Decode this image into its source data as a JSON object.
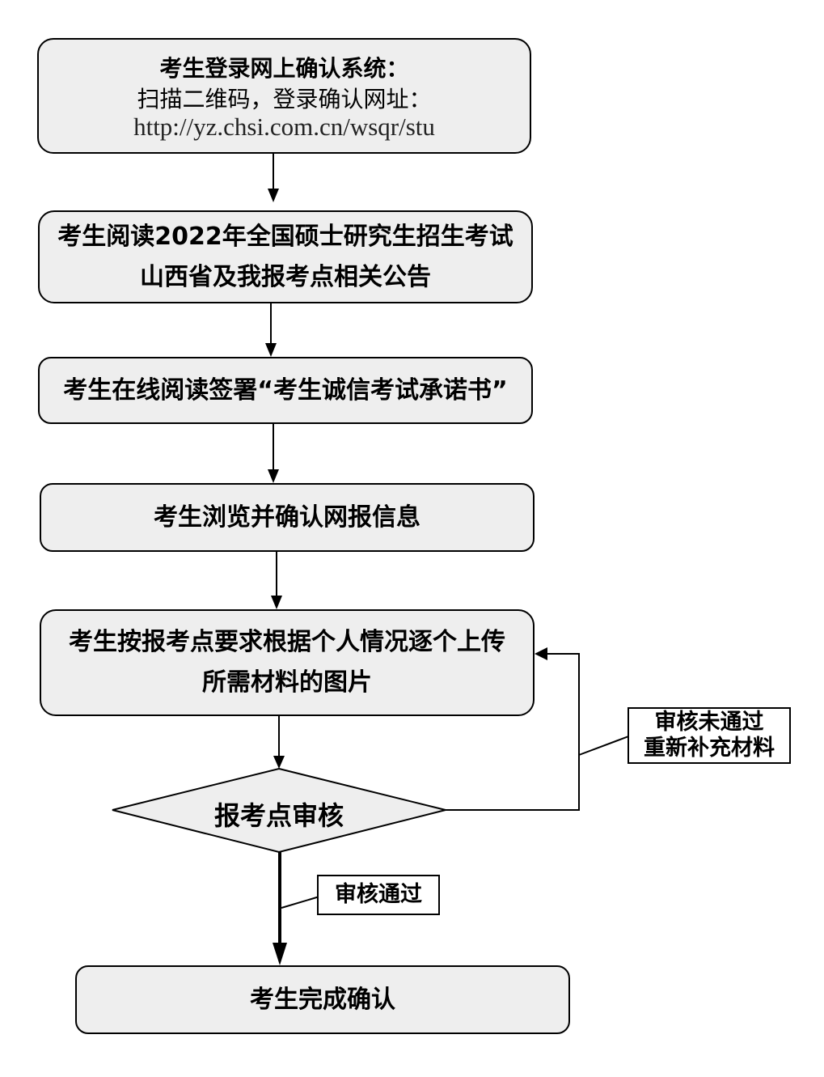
{
  "steps": {
    "login": {
      "title": "考生登录网上确认系统：",
      "line2": "扫描二维码，登录确认网址：",
      "url": "http://yz.chsi.com.cn/wsqr/stu"
    },
    "read_notice": {
      "line1": "考生阅读2022年全国硕士研究生招生考试",
      "line2": "山西省及我报考点相关公告"
    },
    "sign_pledge": {
      "text": "考生在线阅读签署“考生诚信考试承诺书”"
    },
    "browse_confirm": {
      "text": "考生浏览并确认网报信息"
    },
    "upload": {
      "line1": "考生按报考点要求根据个人情况逐个上传",
      "line2": "所需材料的图片"
    },
    "review": {
      "text": "报考点审核"
    },
    "complete": {
      "text": "考生完成确认"
    }
  },
  "notes": {
    "rejected": {
      "line1": "审核未通过",
      "line2": "重新补充材料"
    },
    "passed": {
      "text": "审核通过"
    }
  },
  "colors": {
    "box_fill": "#eeeeee",
    "stroke": "#000000",
    "note_fill": "#ffffff"
  }
}
